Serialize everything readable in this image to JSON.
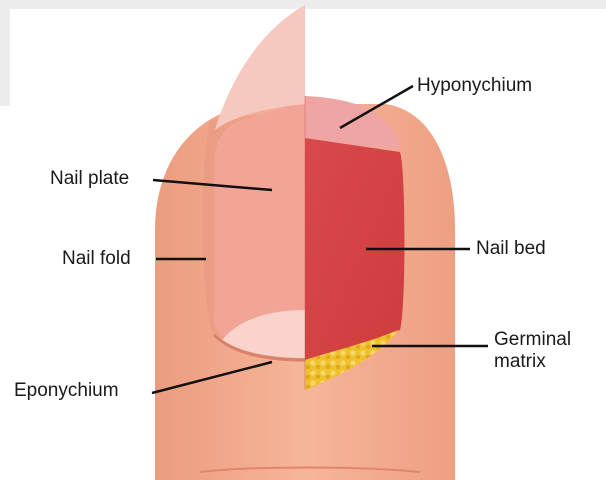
{
  "labels": {
    "hyponychium": "Hyponychium",
    "nail_plate": "Nail plate",
    "nail_fold": "Nail fold",
    "nail_bed": "Nail bed",
    "germinal_matrix_line1": "Germinal",
    "germinal_matrix_line2": "matrix",
    "eponychium": "Eponychium"
  },
  "colors": {
    "skin": "#f2a98a",
    "skin_shade": "#e8937a",
    "nail_plate": "#f1a99a",
    "nail_tip": "#f6c9bf",
    "lunula": "#f9d3cc",
    "nail_bed": "#d94a48",
    "nail_bed_dark": "#c73a3c",
    "hyponychium": "#eea5a3",
    "germinal_matrix": "#eec12e",
    "leader_line": "#111111",
    "frame_gray": "#ececec"
  }
}
